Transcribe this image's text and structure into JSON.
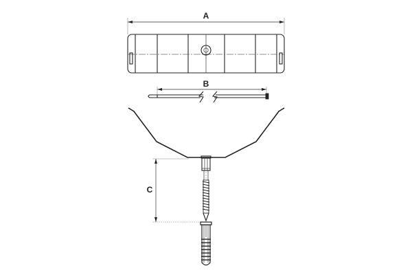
{
  "diagram": {
    "type": "technical-drawing",
    "colors": {
      "line": "#222222",
      "background": "#ffffff",
      "centerline": "#666666"
    },
    "components": [
      {
        "id": "mounting-plate",
        "view": "top",
        "dimension_label": "A"
      },
      {
        "id": "cable-tie",
        "view": "side",
        "dimension_label": "B",
        "note": "length broken (zigzag break)"
      },
      {
        "id": "bracket-with-screw-and-dowel",
        "view": "side",
        "dimension_label": "C"
      }
    ],
    "labels": {
      "a": "A",
      "b": "B",
      "c": "C"
    }
  }
}
